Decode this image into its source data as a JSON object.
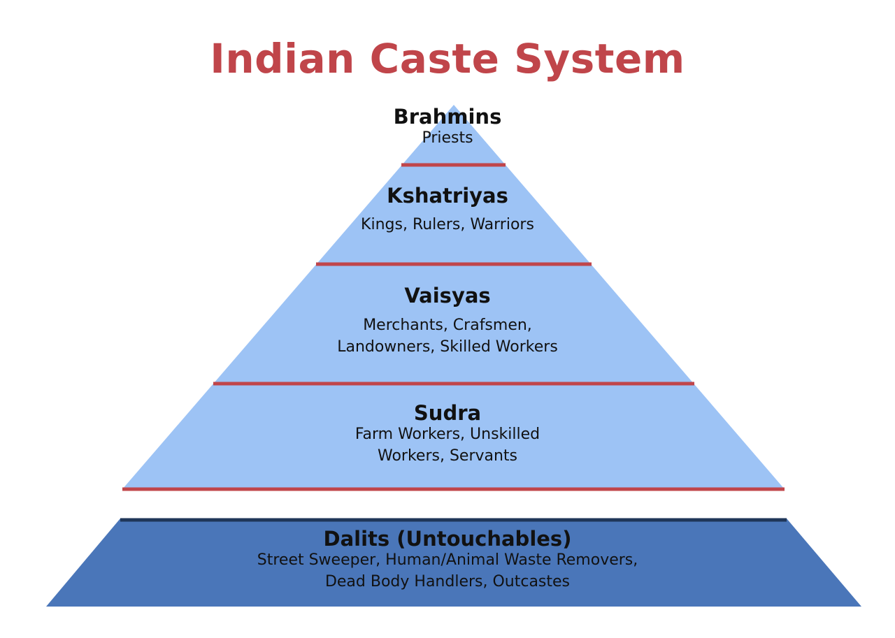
{
  "title": "Indian Caste System",
  "colors": {
    "title": "#C0454A",
    "tier_fill": "#9DC3F5",
    "separator": "#C0454A",
    "base_fill": "#4A76B9",
    "base_top_edge": "#1F3658",
    "text": "#111111"
  },
  "tiers": [
    {
      "name": "Brahmins",
      "description_lines": [
        "Priests"
      ]
    },
    {
      "name": "Kshatriyas",
      "description_lines": [
        "Kings, Rulers, Warriors"
      ]
    },
    {
      "name": "Vaisyas",
      "description_lines": [
        "Merchants, Crafsmen,",
        "Landowners, Skilled Workers"
      ]
    },
    {
      "name": "Sudra",
      "description_lines": [
        "Farm Workers, Unskilled",
        "Workers, Servants"
      ]
    }
  ],
  "base": {
    "name": "Dalits (Untouchables)",
    "description_lines": [
      "Street Sweeper, Human/Animal Waste Removers,",
      "Dead Body Handlers, Outcastes"
    ]
  }
}
